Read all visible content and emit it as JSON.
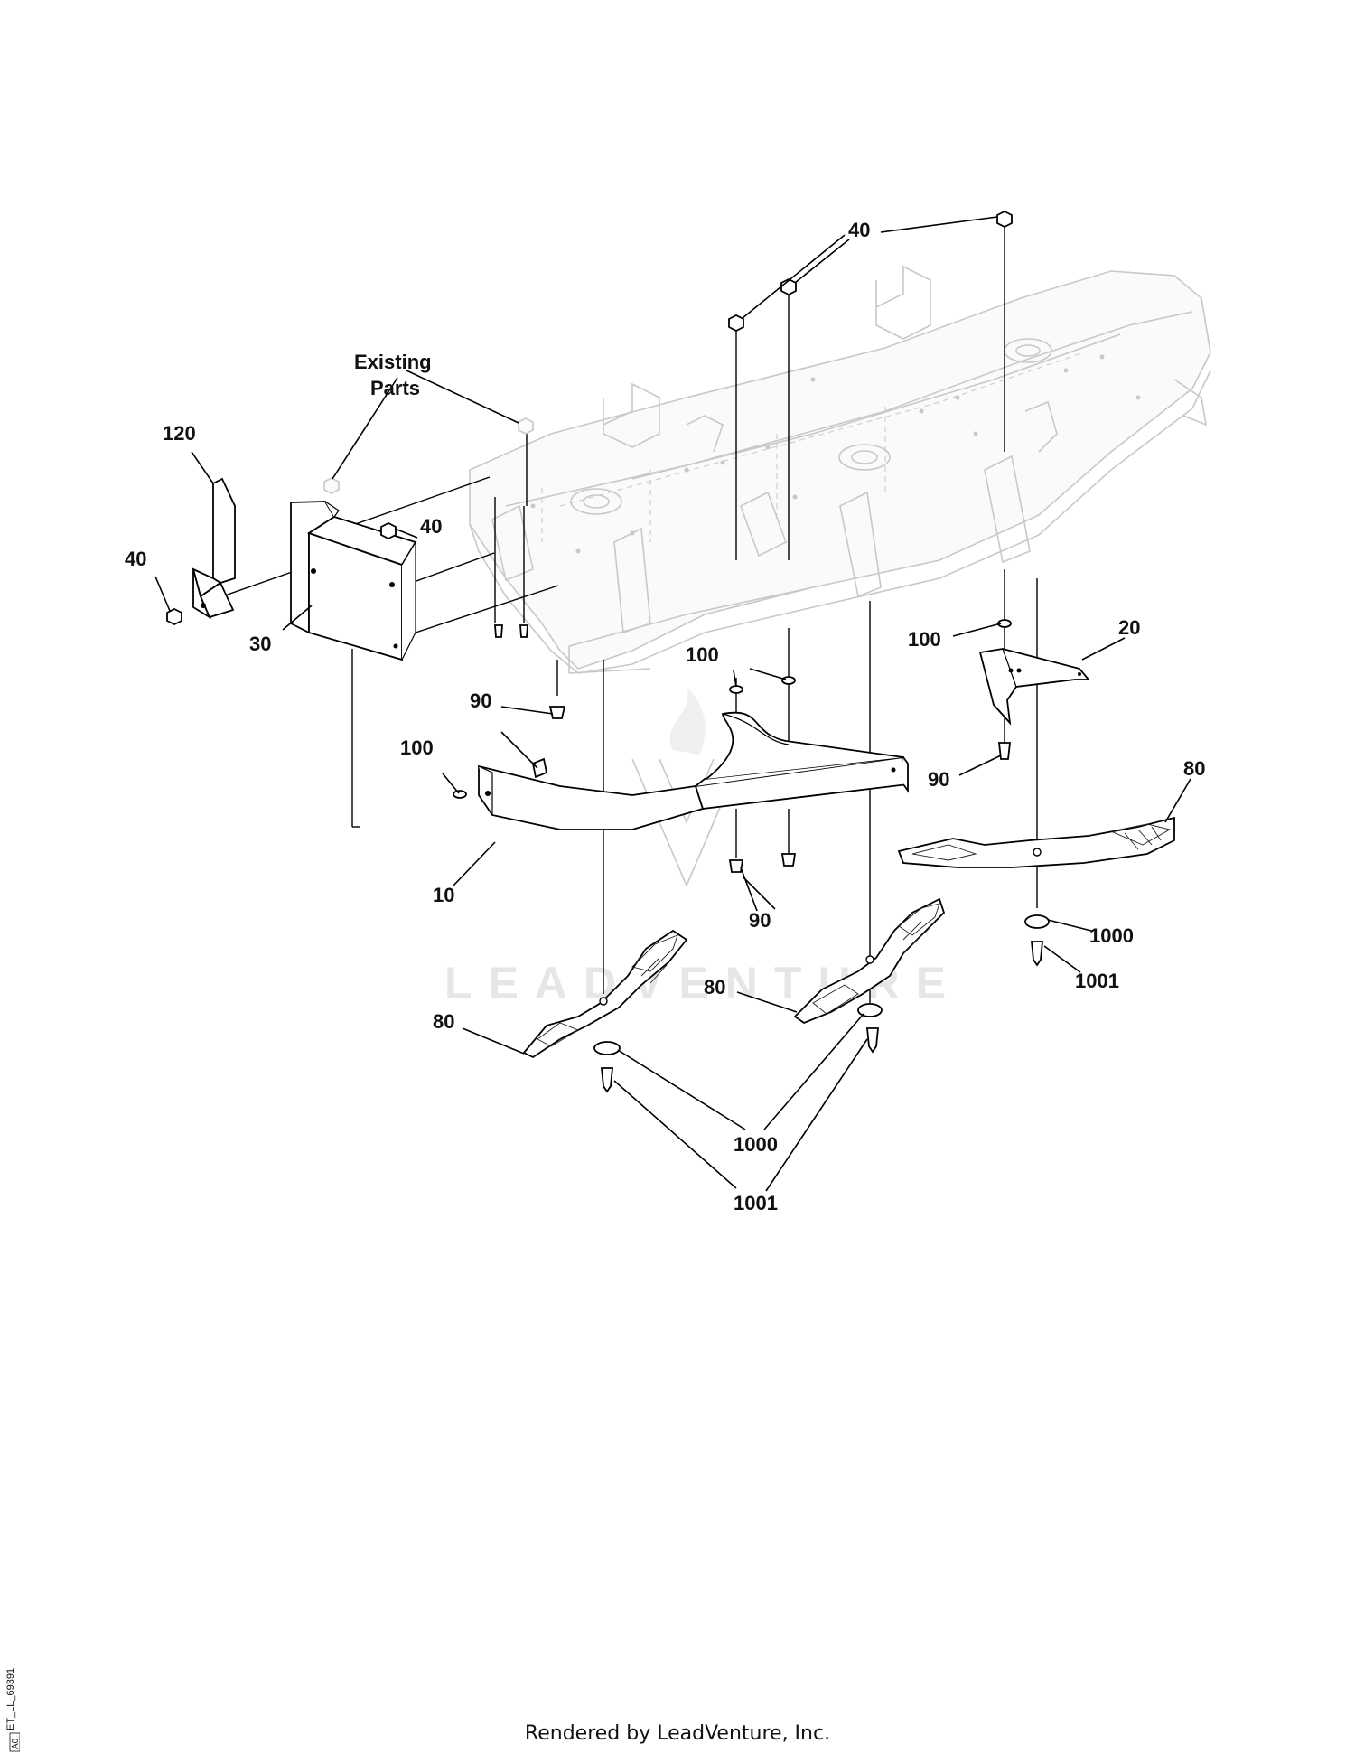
{
  "diagram": {
    "callouts": {
      "c40_top": "40",
      "existing_parts": [
        "Existing",
        "Parts"
      ],
      "c120": "120",
      "c40_left": "40",
      "c40_mid": "40",
      "c30": "30",
      "c90_a": "90",
      "c100_a": "100",
      "c10": "10",
      "c100_b": "100",
      "c90_b": "90",
      "c100_c": "100",
      "c20": "20",
      "c90_c": "90",
      "c80_right": "80",
      "c1000_right": "1000",
      "c1001_right": "1001",
      "c80_center": "80",
      "c80_left": "80",
      "c1000_bottom": "1000",
      "c1001_bottom": "1001"
    },
    "watermark": "LEADVENTURE",
    "drawing_id": "ET_LL_69391",
    "revision": "A0"
  },
  "footer": {
    "text": "Rendered by LeadVenture, Inc."
  },
  "colors": {
    "line": "#000000",
    "ghost": "#c8c8c8",
    "watermark": "#e6e6e6"
  }
}
